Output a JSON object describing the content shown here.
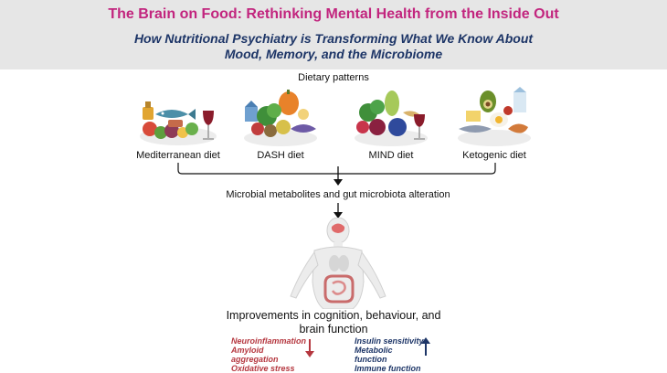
{
  "header": {
    "title": "The Brain on Food: Rethinking Mental Health from the Inside Out",
    "subtitle_line1": "How Nutritional Psychiatry is Transforming What We Know About",
    "subtitle_line2": "Mood, Memory, and the Microbiome"
  },
  "diagram": {
    "section_label": "Dietary patterns",
    "diets": [
      {
        "label": "Mediterranean diet"
      },
      {
        "label": "DASH diet"
      },
      {
        "label": "MIND diet"
      },
      {
        "label": "Ketogenic diet"
      }
    ],
    "mechanism_label": "Microbial metabolites and gut microbiota alteration",
    "outcome_line1": "Improvements in cognition, behaviour, and",
    "outcome_line2": "brain function",
    "decreased": [
      "Neuroinflammation",
      "Amyloid aggregation",
      "Oxidative stress"
    ],
    "increased": [
      "Insulin sensitivity",
      "Metabolic function",
      "Immune function"
    ]
  },
  "colors": {
    "title": "#c2257e",
    "subtitle": "#1d3567",
    "decrease": "#b5373f",
    "increase": "#1d3567"
  }
}
